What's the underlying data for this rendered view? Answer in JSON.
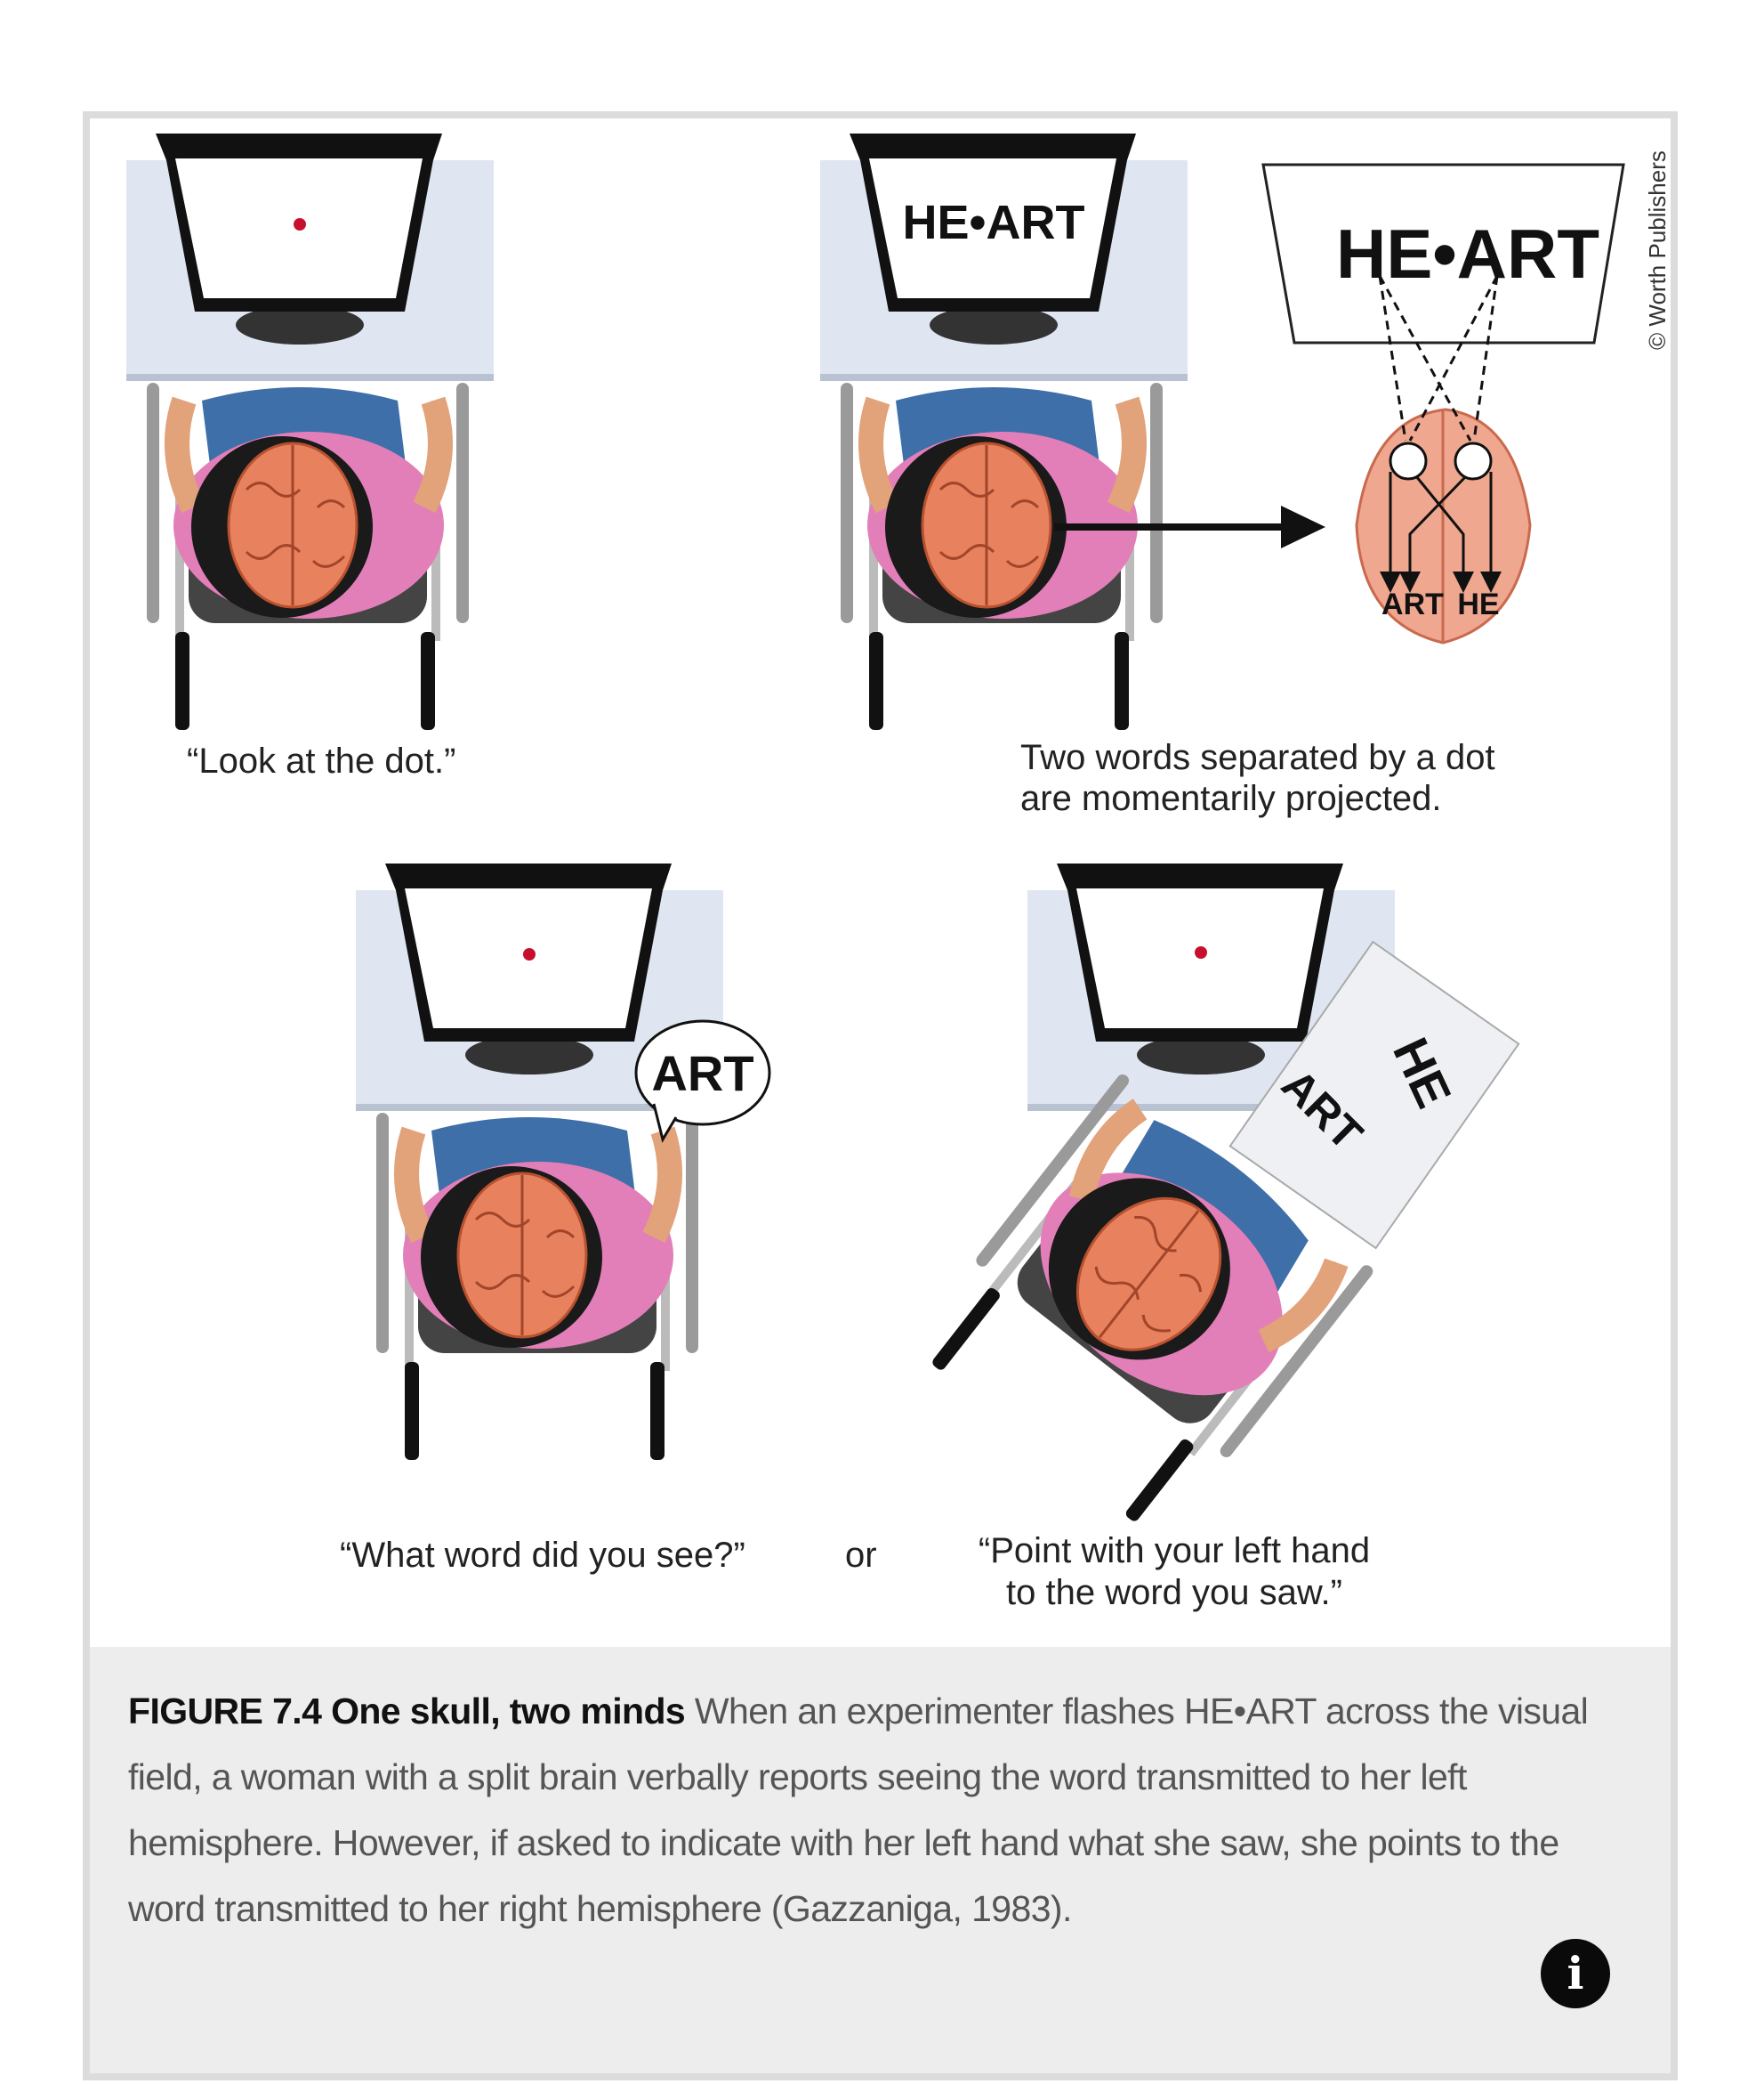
{
  "figure": {
    "panel1": {
      "caption": "“Look at the dot.”"
    },
    "panel2": {
      "screen_word": "HE•ART",
      "caption_line1": "Two words separated by a dot",
      "caption_line2": "are momentarily projected."
    },
    "diagram": {
      "screen_word": "HE•ART",
      "left_label": "ART",
      "right_label": "HE"
    },
    "panel3": {
      "speech": "ART",
      "caption": "“What word did you see?”"
    },
    "connector": "or",
    "panel4": {
      "paper_word1": "HE",
      "paper_word2": "ART",
      "caption_line1": "“Point with your left hand",
      "caption_line2": "to the word you saw.”"
    },
    "copyright": "© Worth Publishers"
  },
  "caption": {
    "label": "FIGURE 7.4 One skull, two minds",
    "text": " When an experimenter flashes HE•ART across the visual field, a woman with a split brain verbally reports seeing the word transmitted to her left hemisphere. However, if asked to indicate with her left hand what she saw, she points to the word transmitted to her right hemisphere (Gazzaniga, 1983)."
  },
  "info_button": {
    "icon": "i"
  },
  "colors": {
    "dot": "#c8102e",
    "shirt": "#e27fb8",
    "brain": "#e8825e",
    "desk": "#dfe6f2",
    "caption_bg": "#ededed"
  }
}
